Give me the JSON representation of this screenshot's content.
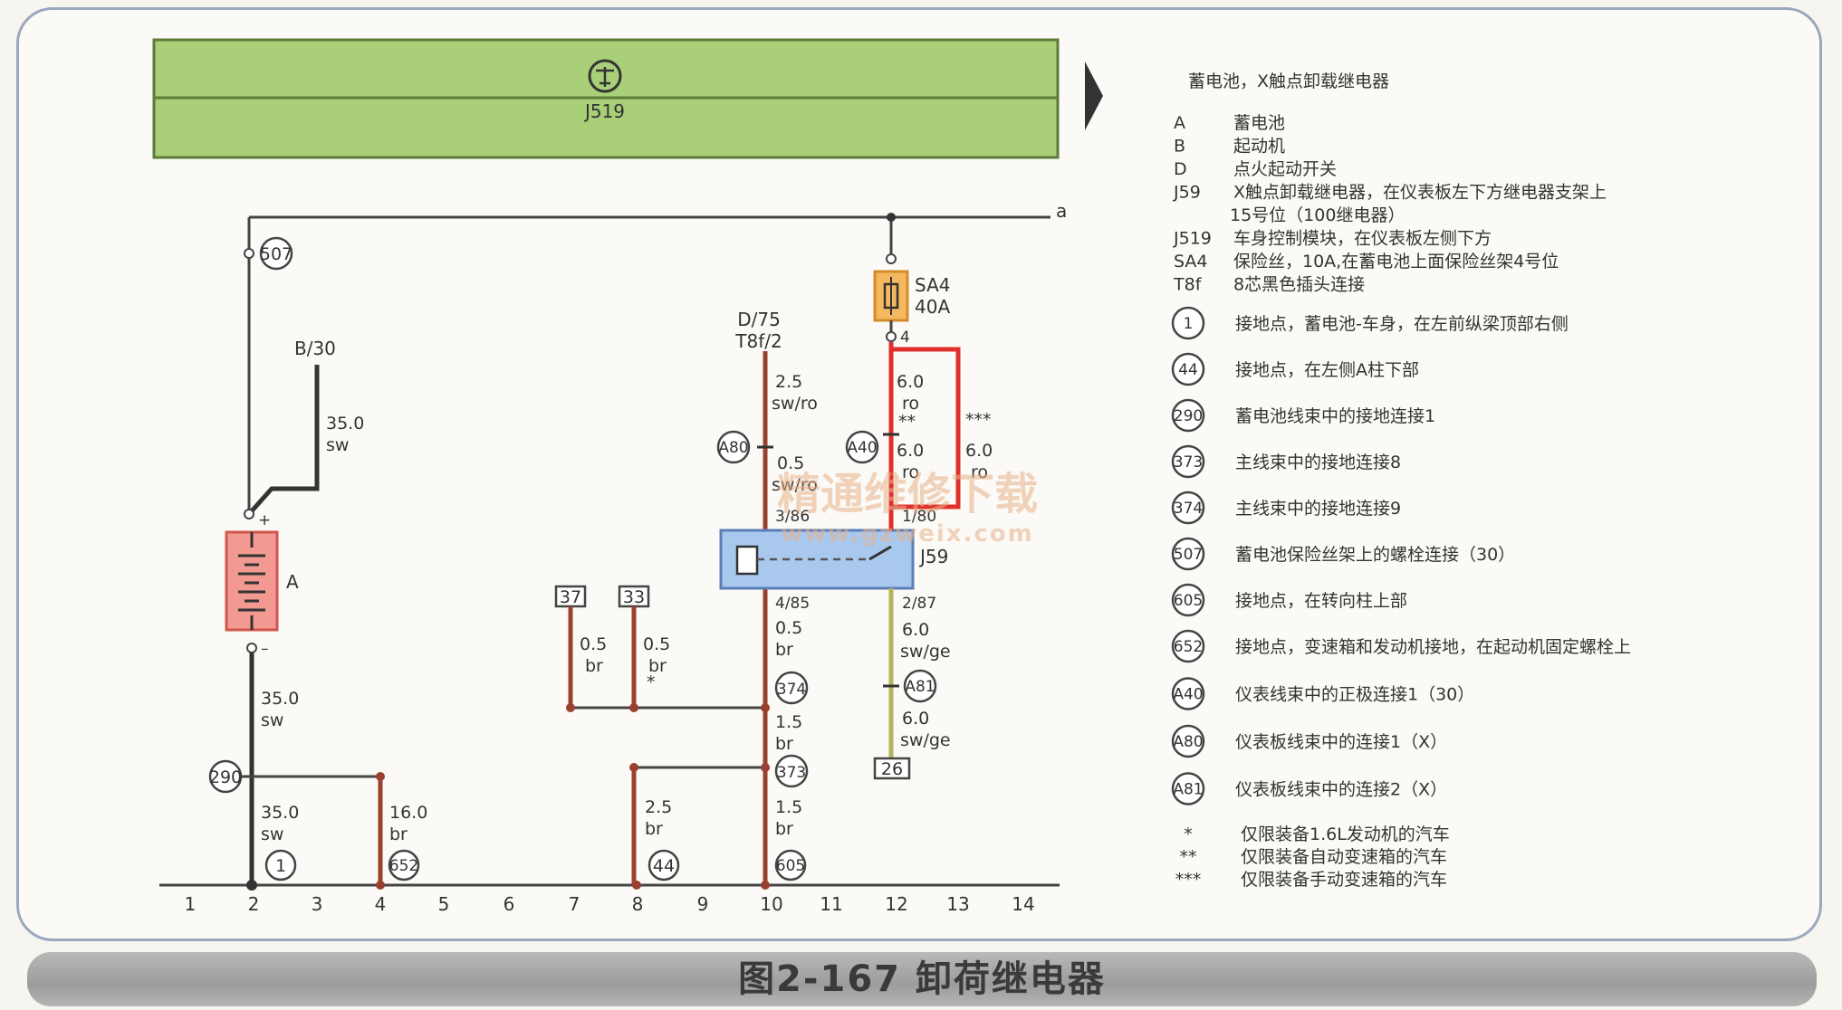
{
  "caption": "图2-167   卸荷继电器",
  "control_module": {
    "label": "J519"
  },
  "watermark": {
    "main": "精通维修下载",
    "url": "www.gzweix.com"
  },
  "wires": {
    "bat_pos_size": "35.0",
    "bat_pos_color": "sw",
    "bat_neg_size": "35.0",
    "bat_neg_color": "sw",
    "gnd1_size": "35.0",
    "gnd1_color": "sw",
    "gnd652_size": "16.0",
    "gnd652_color": "br",
    "w37_size": "0.5",
    "w37_color": "br",
    "w33_size": "0.5",
    "w33_color": "br",
    "w33_mark": "*",
    "d75_size": "2.5",
    "d75_color": "sw/ro",
    "a80_size": "0.5",
    "a80_color": "sw/ro",
    "j59_485_size": "0.5",
    "j59_485_color": "br",
    "w374_size": "1.5",
    "w374_color": "br",
    "w373_size": "1.5",
    "w373_color": "br",
    "w44_size": "2.5",
    "w44_color": "br",
    "sa4_out_size": "6.0",
    "sa4_out_color": "ro",
    "sa4_out_mark": "**",
    "a40_size": "6.0",
    "a40_color": "ro",
    "red_loop_mark": "***",
    "red_loop_size": "6.0",
    "red_loop_color": "ro",
    "j59_287_size": "6.0",
    "j59_287_color": "sw/ge",
    "a81_size": "6.0",
    "a81_color": "sw/ge"
  },
  "labels": {
    "b30": "B/30",
    "d75": "D/75",
    "t8f2": "T8f/2",
    "battery": "A",
    "plus": "+",
    "minus": "–",
    "sa4": "SA4",
    "sa4_rating": "40A",
    "sa4_pin": "4",
    "j59": "J59",
    "pin_386": "3/86",
    "pin_180": "1/80",
    "pin_485": "4/85",
    "pin_287": "2/87",
    "line_a": "a"
  },
  "connectors": {
    "c37": "37",
    "c33": "33",
    "c26": "26",
    "c507": "507",
    "c290": "290",
    "c1": "1",
    "c652": "652",
    "c44": "44",
    "c605": "605",
    "c374": "374",
    "c373": "373",
    "cA80": "A80",
    "cA40": "A40",
    "cA81": "A81"
  },
  "grid_numbers": [
    "1",
    "2",
    "3",
    "4",
    "5",
    "6",
    "7",
    "8",
    "9",
    "10",
    "11",
    "12",
    "13",
    "14"
  ],
  "legend": {
    "title": "蓄电池，X触点卸载继电器",
    "items": [
      {
        "code": "A",
        "text": "蓄电池"
      },
      {
        "code": "B",
        "text": "起动机"
      },
      {
        "code": "D",
        "text": "点火起动开关"
      },
      {
        "code": "J59",
        "text": "X触点卸载继电器，在仪表板左下方继电器支架上"
      },
      {
        "code": "",
        "text": "15号位（100继电器）"
      },
      {
        "code": "J519",
        "text": "车身控制模块，在仪表板左侧下方"
      },
      {
        "code": "SA4",
        "text": "保险丝，10A,在蓄电池上面保险丝架4号位"
      },
      {
        "code": "T8f",
        "text": "8芯黑色插头连接"
      }
    ],
    "grounds": [
      {
        "sym": "1",
        "text": "接地点，蓄电池-车身，在左前纵梁顶部右侧"
      },
      {
        "sym": "44",
        "text": "接地点，在左侧A柱下部"
      },
      {
        "sym": "290",
        "text": "蓄电池线束中的接地连接1"
      },
      {
        "sym": "373",
        "text": "主线束中的接地连接8"
      },
      {
        "sym": "374",
        "text": "主线束中的接地连接9"
      },
      {
        "sym": "507",
        "text": "蓄电池保险丝架上的螺栓连接（30）"
      },
      {
        "sym": "605",
        "text": "接地点，在转向柱上部"
      },
      {
        "sym": "652",
        "text": "接地点，变速箱和发动机接地，在起动机固定螺栓上"
      },
      {
        "sym": "A40",
        "text": "仪表线束中的正极连接1（30）"
      },
      {
        "sym": "A80",
        "text": "仪表板线束中的连接1（X）"
      },
      {
        "sym": "A81",
        "text": "仪表板线束中的连接2（X）"
      }
    ],
    "notes": [
      {
        "mark": "*",
        "text": "仅限装备1.6L发动机的汽车"
      },
      {
        "mark": "**",
        "text": "仅限装备自动变速箱的汽车"
      },
      {
        "mark": "***",
        "text": "仅限装备手动变速箱的汽车"
      }
    ]
  }
}
